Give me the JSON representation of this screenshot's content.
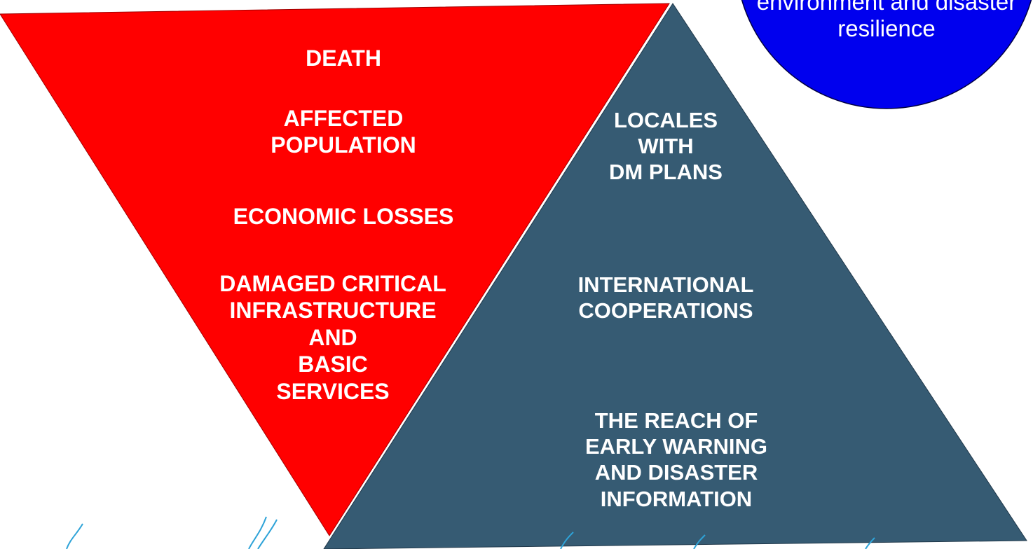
{
  "diagram": {
    "colors": {
      "red_triangle": "#ff0000",
      "slate_triangle": "#365b73",
      "circle": "#0000ee",
      "text": "#ffffff",
      "sketch_lines": "#2ea3d8"
    },
    "red_triangle": {
      "labels": [
        "DEATH",
        "AFFECTED\nPOPULATION",
        "ECONOMIC LOSSES",
        "DAMAGED CRITICAL\nINFRASTRUCTURE\nAND\nBASIC\nSERVICES"
      ]
    },
    "slate_triangle": {
      "labels": [
        "LOCALES\nWITH\nDM PLANS",
        "INTERNATIONAL\nCOOPERATIONS",
        "THE REACH OF\nEARLY WARNING\nAND DISASTER\nINFORMATION"
      ]
    },
    "circle": {
      "label": "environment and disaster\nresilience"
    }
  }
}
